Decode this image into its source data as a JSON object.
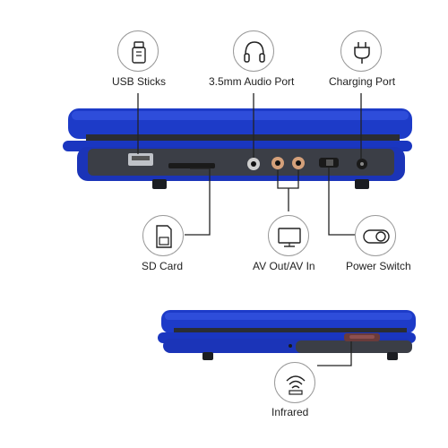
{
  "callouts": {
    "usb": {
      "label": "USB Sticks",
      "icon": "usb-stick-icon"
    },
    "audio": {
      "label": "3.5mm Audio Port",
      "icon": "headphones-icon"
    },
    "charging": {
      "label": "Charging Port",
      "icon": "power-plug-icon"
    },
    "sd": {
      "label": "SD Card",
      "icon": "sd-card-icon"
    },
    "av": {
      "label": "AV Out/AV In",
      "icon": "monitor-icon"
    },
    "power": {
      "label": "Power Switch",
      "icon": "toggle-switch-icon"
    },
    "infrared": {
      "label": "Infrared",
      "icon": "infrared-signal-icon"
    }
  },
  "colors": {
    "device_blue": "#1f3fcf",
    "device_blue_dark": "#13289a",
    "panel": "#3a3d44",
    "line": "#222222"
  }
}
